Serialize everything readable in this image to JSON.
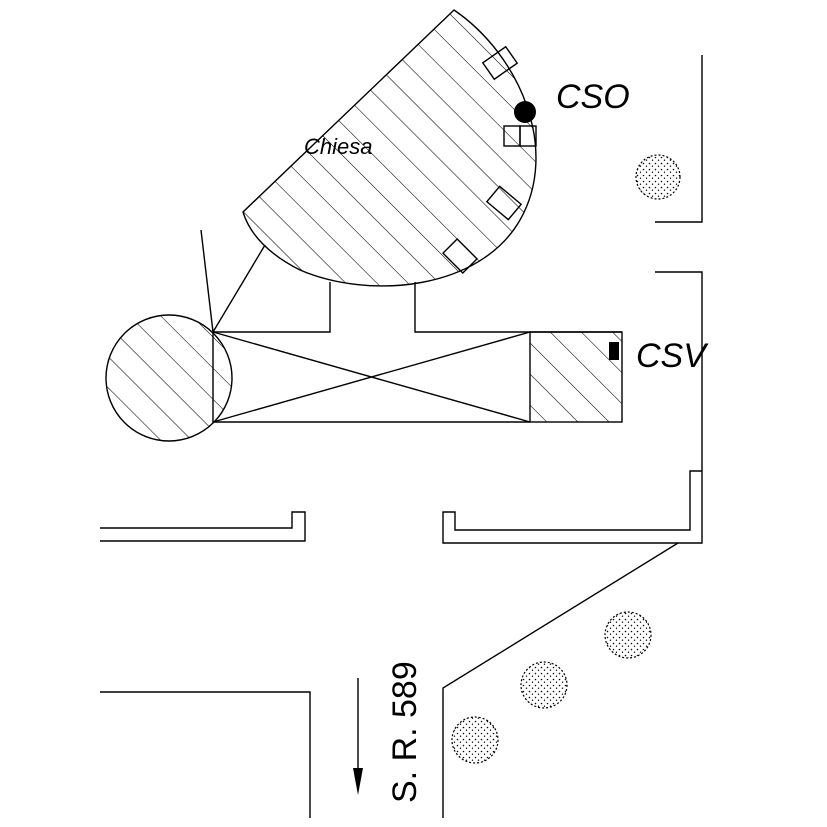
{
  "labels": {
    "church": "Chiesa",
    "cso": "CSO",
    "csv": "CSV",
    "road": "S. R. 589"
  },
  "symbols": {
    "cso_marker": "filled-circle",
    "csv_marker": "filled-rectangle",
    "tree": "stippled-shrub-icon",
    "direction": "arrow-down"
  },
  "colors": {
    "line": "#000000",
    "background": "#ffffff"
  }
}
